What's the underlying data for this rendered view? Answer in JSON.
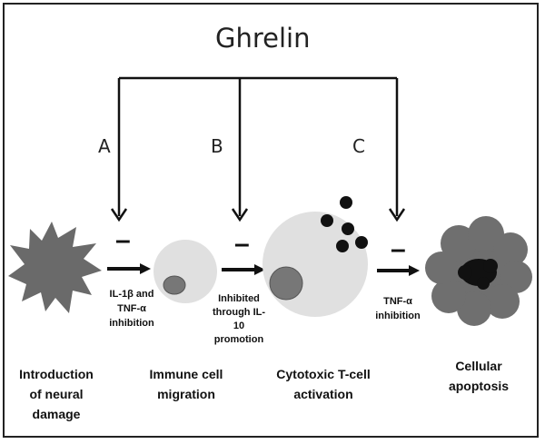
{
  "title": "Ghrelin",
  "pathways": [
    {
      "letter": "A",
      "sign": "–",
      "effect_lines": [
        "IL-1β and",
        "TNF-α",
        "inhibition"
      ]
    },
    {
      "letter": "B",
      "sign": "–",
      "effect_lines": [
        "Inhibited",
        "through IL-",
        "10",
        "promotion"
      ]
    },
    {
      "letter": "C",
      "sign": "–",
      "effect_lines": [
        "TNF-α",
        "inhibition"
      ]
    }
  ],
  "stages": [
    {
      "lines": [
        "Introduction",
        "of neural",
        "damage"
      ]
    },
    {
      "lines": [
        "Immune cell",
        "migration"
      ]
    },
    {
      "lines": [
        "Cytotoxic T-cell",
        "activation"
      ]
    },
    {
      "lines": [
        "Cellular",
        "apoptosis"
      ]
    }
  ]
}
